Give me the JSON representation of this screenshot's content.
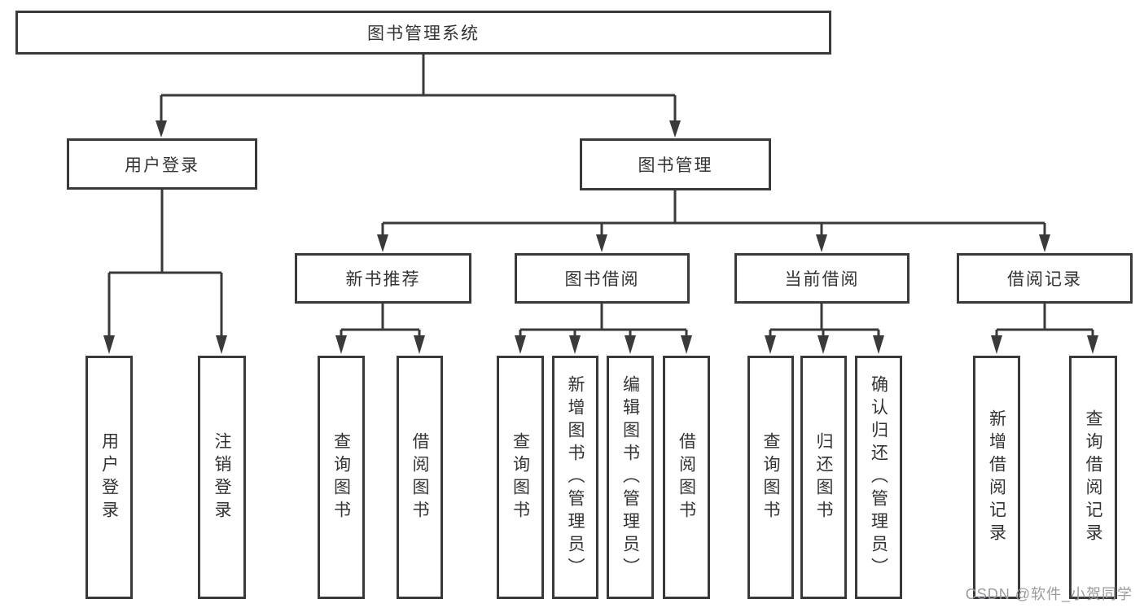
{
  "diagram": {
    "root": {
      "label": "图书管理系统"
    },
    "branches": [
      {
        "label": "用户登录",
        "children": [
          {
            "label": "用户登录"
          },
          {
            "label": "注销登录"
          }
        ]
      },
      {
        "label": "图书管理",
        "children": [
          {
            "label": "新书推荐",
            "children": [
              {
                "label": "查询图书"
              },
              {
                "label": "借阅图书"
              }
            ]
          },
          {
            "label": "图书借阅",
            "children": [
              {
                "label": "查询图书"
              },
              {
                "label": "新增图书（管理员）"
              },
              {
                "label": "编辑图书（管理员）"
              },
              {
                "label": "借阅图书"
              }
            ]
          },
          {
            "label": "当前借阅",
            "children": [
              {
                "label": "查询图书"
              },
              {
                "label": "归还图书"
              },
              {
                "label": "确认归还（管理员）"
              }
            ]
          },
          {
            "label": "借阅记录",
            "children": [
              {
                "label": "新增借阅记录"
              },
              {
                "label": "查询借阅记录"
              }
            ]
          }
        ]
      }
    ]
  },
  "watermark": {
    "text": "CSDN @软件_小贺同学"
  },
  "colors": {
    "line": "#3a3a3a",
    "text": "#333333",
    "watermark": "#9b9b9f",
    "background": "#ffffff"
  }
}
